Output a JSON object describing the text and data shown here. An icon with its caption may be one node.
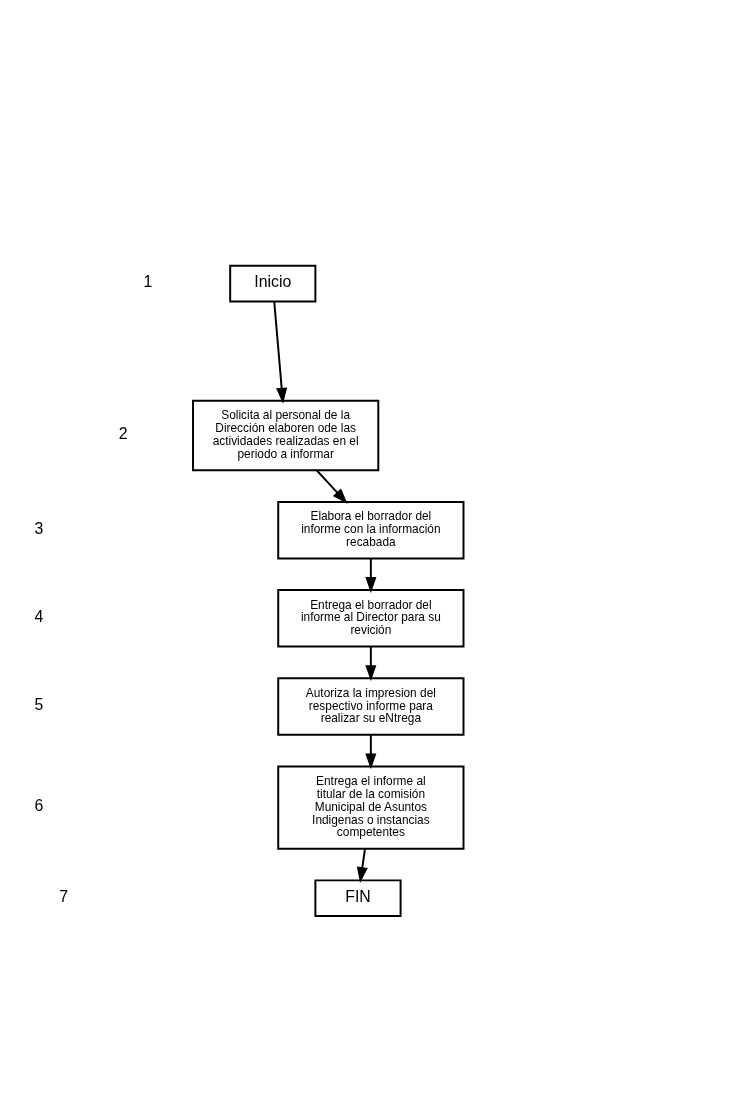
{
  "diagram": {
    "nodes": [
      {
        "text": [
          "Inicio"
        ]
      },
      {
        "text": [
          "Solicita al personal de la Dirección elaboren ode las actividades realizadas en el periodo a informar"
        ]
      },
      {
        "text": [
          "Elabora el borrador del informe con la información recabada"
        ]
      },
      {
        "text": [
          "Entrega el borrador del informe al Director para su revición"
        ]
      },
      {
        "text": [
          "Autoriza la impresion del respectivo informe para realizar su eNtrega"
        ]
      },
      {
        "text": [
          "Entrega el informe al titular de la comisión Municipal de Asuntos Indigenas o instancias competentes"
        ]
      },
      {
        "text": [
          "FIN"
        ]
      }
    ],
    "edges": [
      {
        "from": 0,
        "to": 1,
        "arrow": "to"
      },
      {
        "from": 1,
        "to": 2,
        "arrow": "to"
      },
      {
        "from": 2,
        "to": 3,
        "arrow": "to"
      },
      {
        "from": 3,
        "to": 4,
        "arrow": "to"
      },
      {
        "from": 4,
        "to": 5,
        "arrow": "to"
      },
      {
        "from": 5,
        "to": 6,
        "arrow": "to"
      }
    ],
    "labels": [
      "1",
      "2",
      "3",
      "4",
      "5",
      "6",
      "7"
    ]
  }
}
